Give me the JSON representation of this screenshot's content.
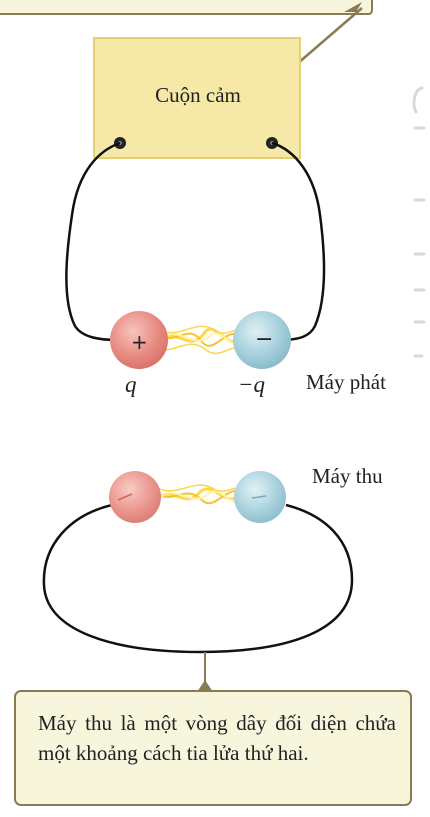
{
  "inductor": {
    "label": "Cuộn cảm"
  },
  "transmitter": {
    "label": "Máy phát",
    "plus_sign": "+",
    "minus_sign": "−",
    "charge_plus": "q",
    "charge_minus": "−q"
  },
  "receiver": {
    "label": "Máy thu"
  },
  "note": {
    "text": "Máy thu là một vòng dây đối diện chứa một khoảng cách tia lửa thứ hai."
  },
  "colors": {
    "inductor_fill": "#f6e8a6",
    "inductor_border": "#e6cf73",
    "positive_sphere": "#ea8f86",
    "negative_sphere": "#a9d2de",
    "spark": "#ffd84a",
    "callout": "#8a7b52",
    "note_background": "#f8f5dd"
  }
}
